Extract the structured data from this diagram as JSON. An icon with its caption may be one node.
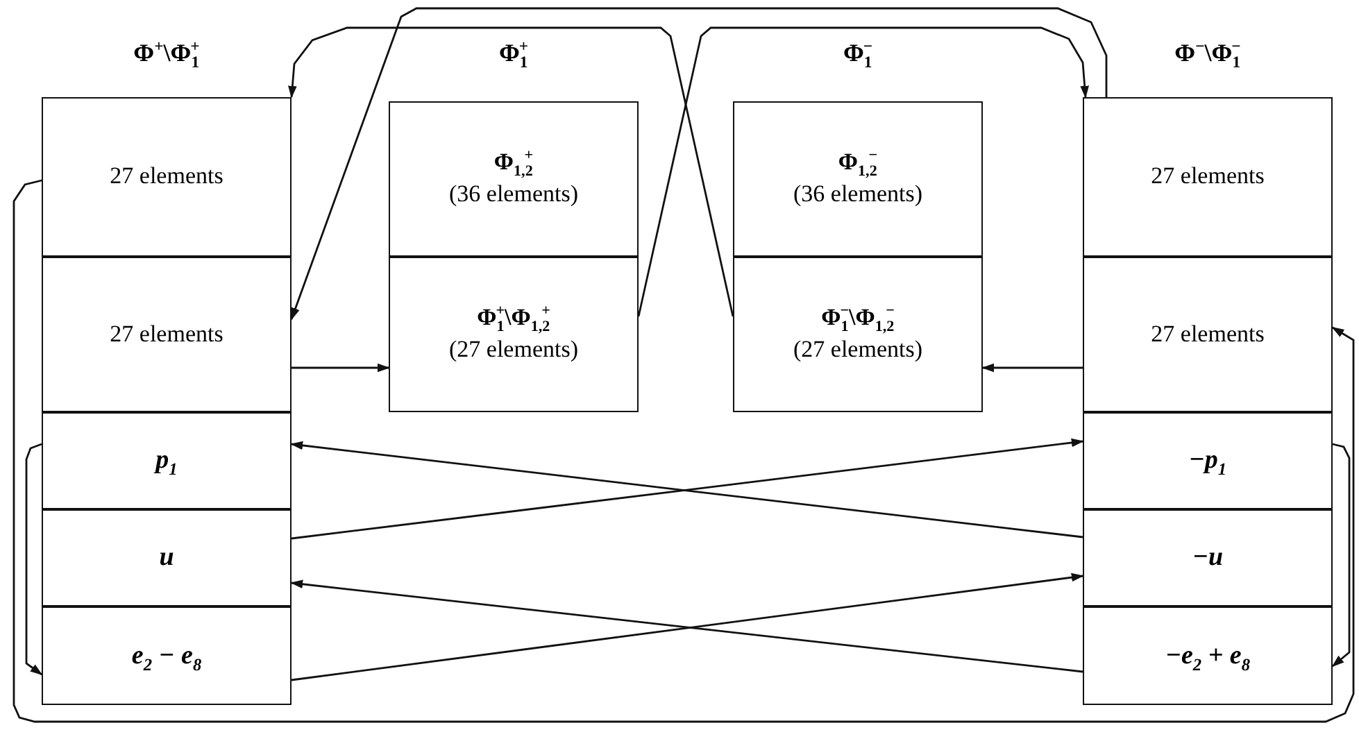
{
  "diagram": {
    "nodes": [
      {
        "text": [
          "27 elements"
        ]
      },
      {
        "text": [
          "27 elements"
        ]
      },
      {
        "text": [
          "p$_{1}$"
        ]
      },
      {
        "text": [
          "u"
        ]
      },
      {
        "text": [
          "e$_{2}$ − e$_{8}$"
        ]
      },
      {
        "text": [
          "Φ$_{1,2}$$^{+}$",
          "(36 elements)"
        ]
      },
      {
        "text": [
          "Φ$_{1}$$^{+}$\\Φ$_{1,2}$$^{+}$",
          "(27 elements)"
        ]
      },
      {
        "text": [
          "Φ$_{1,2}$$^{−}$",
          "(36 elements)"
        ]
      },
      {
        "text": [
          "Φ$_{1}$$^{−}$\\Φ$_{1,2}$$^{−}$",
          "(27 elements)"
        ]
      },
      {
        "text": [
          "27 elements"
        ]
      },
      {
        "text": [
          "27 elements"
        ]
      },
      {
        "text": [
          "−p$_{1}$"
        ]
      },
      {
        "text": [
          "−u"
        ]
      },
      {
        "text": [
          "−e$_{2}$ + e$_{8}$"
        ]
      }
    ],
    "edges": [
      {
        "from": 1,
        "to": 6,
        "arrow": "to"
      },
      {
        "from": 10,
        "to": 8,
        "arrow": "to"
      },
      {
        "from": 6,
        "to": 9,
        "arrow": "to"
      },
      {
        "from": 8,
        "to": 0,
        "arrow": "to"
      },
      {
        "from": 9,
        "to": 1,
        "arrow": "to"
      },
      {
        "from": 0,
        "to": 10,
        "arrow": "to"
      },
      {
        "from": 2,
        "to": 4,
        "arrow": "to"
      },
      {
        "from": 11,
        "to": 13,
        "arrow": "to"
      },
      {
        "from": 12,
        "to": 2,
        "arrow": "to"
      },
      {
        "from": 3,
        "to": 11,
        "arrow": "to"
      },
      {
        "from": 13,
        "to": 3,
        "arrow": "to"
      },
      {
        "from": 4,
        "to": 12,
        "arrow": "to"
      }
    ],
    "labels": [
      "Φ$^{+}$\\Φ$_{1}$$^{+}$",
      "Φ$_{1}$$^{+}$",
      "Φ$_{1}$$^{−}$",
      "Φ$^{−}$\\Φ$_{1}$$^{−}$"
    ]
  }
}
